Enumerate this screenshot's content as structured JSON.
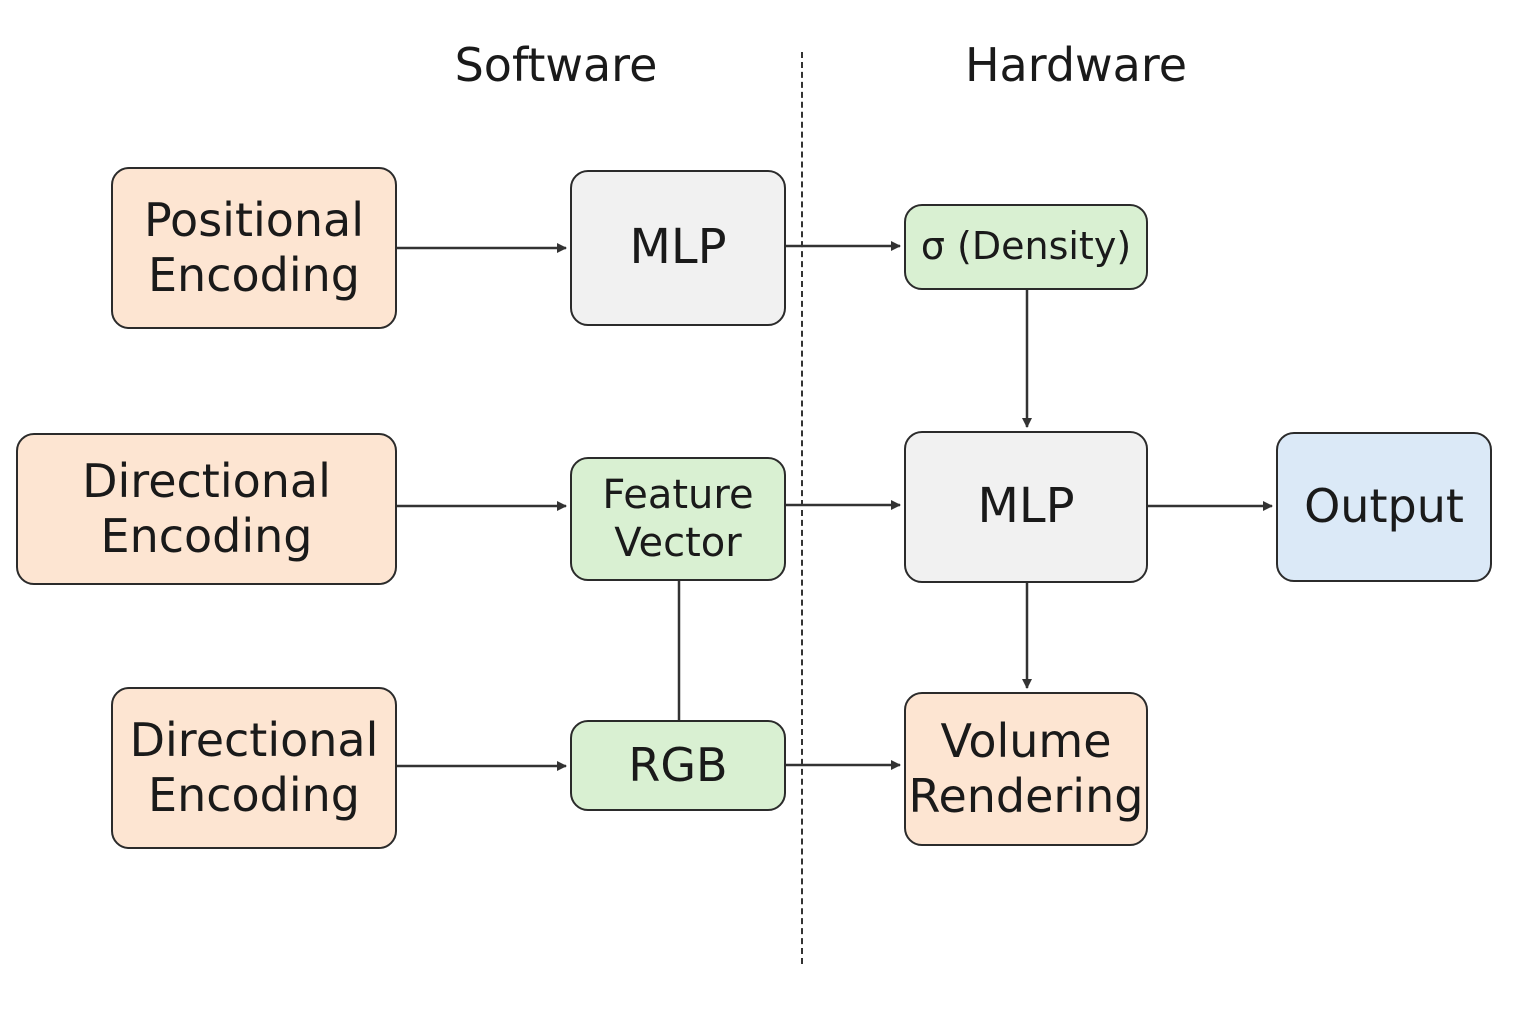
{
  "sections": {
    "software": "Software",
    "hardware": "Hardware"
  },
  "nodes": {
    "positional_encoding": "Positional\nEncoding",
    "directional_encoding_1": "Directional\nEncoding",
    "directional_encoding_2": "Directional\nEncoding",
    "mlp_1": "MLP",
    "feature_vector": "Feature\nVector",
    "rgb": "RGB",
    "density": "σ (Density)",
    "mlp_2": "MLP",
    "output": "Output",
    "volume_rendering": "Volume\nRendering"
  },
  "colors": {
    "encoding_fill": "#fde5d2",
    "feature_fill": "#d9f0d2",
    "mlp_fill": "#f1f1f1",
    "output_fill": "#dbe9f7",
    "stroke": "#2b2b2b"
  },
  "edges": [
    {
      "from": "Positional Encoding",
      "to": "MLP"
    },
    {
      "from": "MLP",
      "to": "σ (Density)"
    },
    {
      "from": "σ (Density)",
      "to": "MLP"
    },
    {
      "from": "Directional Encoding",
      "to": "Feature Vector"
    },
    {
      "from": "Feature Vector",
      "to": "MLP"
    },
    {
      "from": "MLP",
      "to": "Output"
    },
    {
      "from": "MLP",
      "to": "Volume Rendering"
    },
    {
      "from": "Feature Vector",
      "to": "RGB"
    },
    {
      "from": "Directional Encoding",
      "to": "RGB"
    },
    {
      "from": "RGB",
      "to": "Volume Rendering"
    }
  ]
}
